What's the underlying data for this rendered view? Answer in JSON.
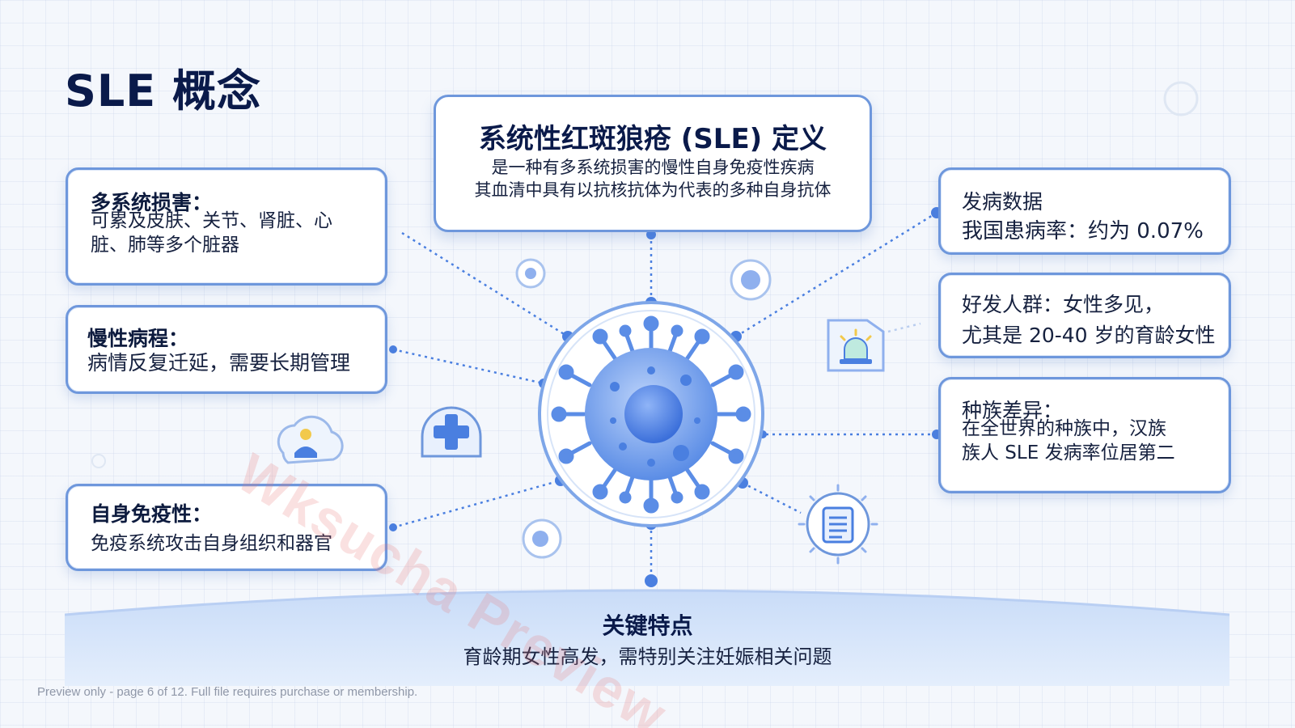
{
  "page": {
    "title": "SLE 概念"
  },
  "definition": {
    "heading": "系统性红斑狼疮 (SLE) 定义",
    "line1": "是一种有多系统损害的慢性自身免疫性疾病",
    "line2": "其血清中具有以抗核抗体为代表的多种自身抗体"
  },
  "left_cards": [
    {
      "heading": "多系统损害：",
      "text1": "可累及皮肤、关节、肾脏、心",
      "text2": "脏、肺等多个脏器"
    },
    {
      "heading": "慢性病程：",
      "text1": "病情反复迁延，需要长期管理"
    },
    {
      "heading": "自身免疫性：",
      "text1": "免疫系统攻击自身组织和器官"
    }
  ],
  "right_cards": [
    {
      "text1": "发病数据",
      "text2": "我国患病率：约为 0.07%"
    },
    {
      "text1": "好发人群：女性多见，",
      "text2": "尤其是 20-40 岁的育龄女性"
    },
    {
      "heading": "种族差异：",
      "text1": "在全世界的种族中，汉族",
      "text2": "族人 SLE 发病率位居第二"
    }
  ],
  "key_feature": {
    "heading": "关键特点",
    "text": "育龄期女性高发，需特别关注妊娠相关问题"
  },
  "footer": "Preview only - page 6 of 12. Full file requires purchase or membership.",
  "watermark": "Wksucha Preview",
  "colors": {
    "accent": "#4a7fe0",
    "border": "#6e97dc",
    "title": "#0a1a4a",
    "band": "#d6e5fa"
  },
  "icons": [
    "virus-icon",
    "medical-cross-icon",
    "doctor-icon",
    "alert-light-icon",
    "document-icon",
    "orbit-dot-icon"
  ]
}
